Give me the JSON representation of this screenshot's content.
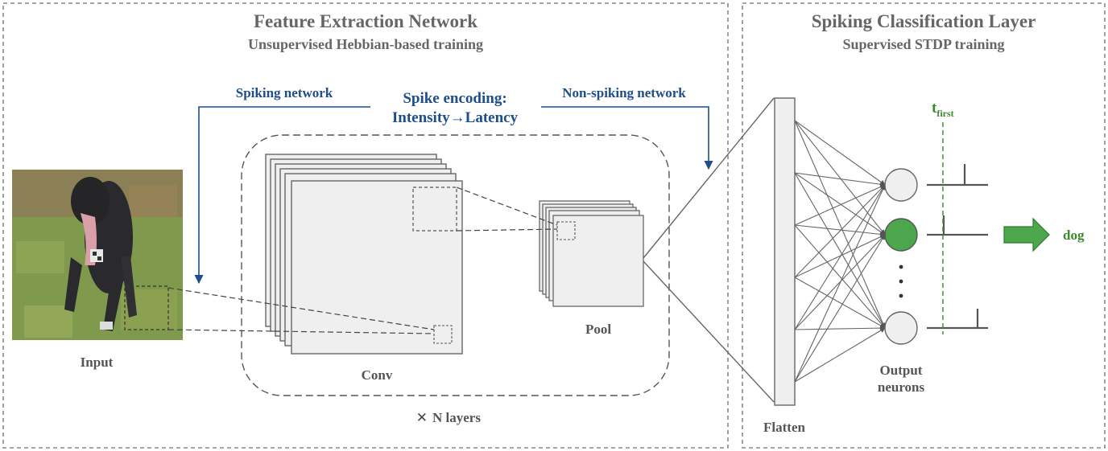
{
  "feature_panel": {
    "title": "Feature Extraction Network",
    "subtitle": "Unsupervised Hebbian-based training"
  },
  "classification_panel": {
    "title": "Spiking Classification Layer",
    "subtitle": "Supervised STDP training"
  },
  "flow_labels": {
    "spiking_network": "Spiking network",
    "encoding_line1": "Spike encoding:",
    "encoding_line2": "Intensity→Latency",
    "non_spiking_network": "Non-spiking network"
  },
  "blocks": {
    "input": "Input",
    "conv": "Conv",
    "pool": "Pool",
    "repeat_mark": "✕",
    "repeat_text": "N layers",
    "flatten": "Flatten",
    "output_line1": "Output",
    "output_line2": "neurons"
  },
  "timing": {
    "t_symbol": "t",
    "t_subscript": "first"
  },
  "result": {
    "label": "dog"
  },
  "colors": {
    "panel_border": "#808080",
    "text_gray": "#666666",
    "blue": "#1f4e8c",
    "green": "#3a8a2a",
    "green_fill": "#4ca64c",
    "layer_fill": "#efefef",
    "line": "#666666"
  }
}
